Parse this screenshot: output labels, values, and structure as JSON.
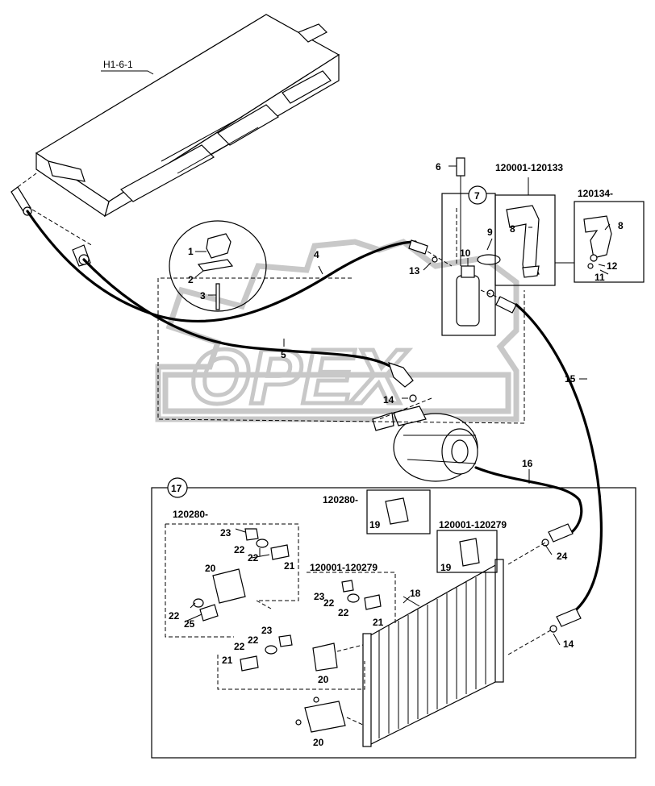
{
  "watermark": "OPEX",
  "reference_label": "H1-6-1",
  "callouts": {
    "c1": "1",
    "c2": "2",
    "c3": "3",
    "c4": "4",
    "c5": "5",
    "c6": "6",
    "c7": "7",
    "c8a": "8",
    "c8b": "8",
    "c9": "9",
    "c10": "10",
    "c11": "11",
    "c12": "12",
    "c13": "13",
    "c14a": "14",
    "c14b": "14",
    "c15": "15",
    "c16": "16",
    "c17": "17",
    "c18": "18",
    "c19a": "19",
    "c19b": "19",
    "c20a": "20",
    "c20b": "20",
    "c20c": "20",
    "c21a": "21",
    "c21b": "21",
    "c21c": "21",
    "c22a": "22",
    "c22b": "22",
    "c22c": "22",
    "c22d": "22",
    "c22e": "22",
    "c22f": "22",
    "c23a": "23",
    "c23b": "23",
    "c23c": "23",
    "c24": "24",
    "c25": "25"
  },
  "serial_ranges": {
    "r1": "120001-120133",
    "r2": "120134-",
    "r3": "120280-",
    "r4": "120280-",
    "r5": "120001-120279",
    "r6": "120001-120279"
  }
}
